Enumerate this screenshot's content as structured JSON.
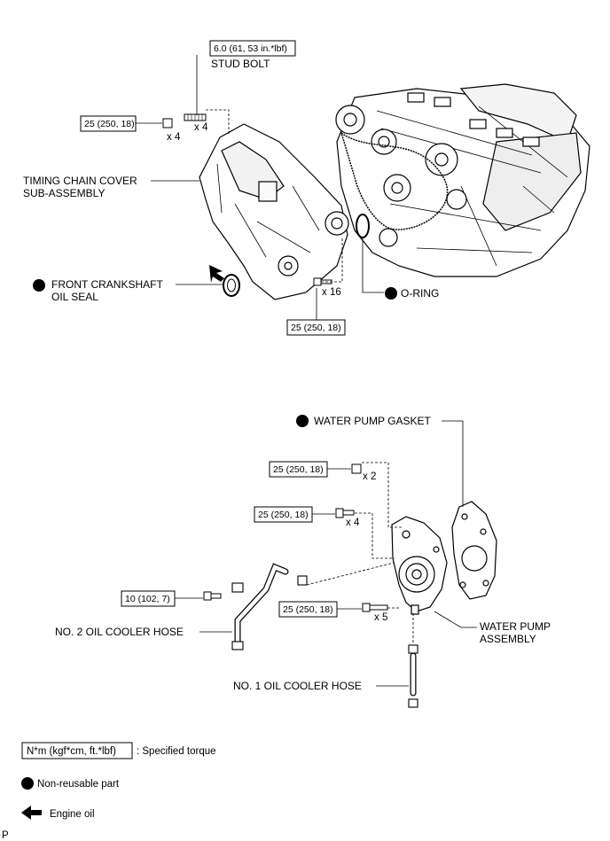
{
  "torque": {
    "stud": "6.0 (61, 53 in.*lbf)",
    "t25": "25 (250, 18)",
    "t10": "10 (102, 7)"
  },
  "labels": {
    "stud_bolt": "STUD BOLT",
    "timing_line1": "TIMING CHAIN COVER",
    "timing_line2": "SUB-ASSEMBLY",
    "seal_line1": "FRONT CRANKSHAFT",
    "seal_line2": "OIL SEAL",
    "o_ring": "O-RING",
    "wp_gasket": "WATER PUMP GASKET",
    "wp_line1": "WATER PUMP",
    "wp_line2": "ASSEMBLY",
    "hose2": "NO. 2 OIL COOLER HOSE",
    "hose1": "NO. 1 OIL COOLER HOSE"
  },
  "quantities": {
    "nut_x4": "x 4",
    "stud_x4": "x 4",
    "bolt_x16": "x 16",
    "x2": "x 2",
    "x4": "x 4",
    "x5": "x 5"
  },
  "legend": {
    "torque_box": "N*m (kgf*cm, ft.*lbf)",
    "torque_desc": ": Specified torque",
    "nonreusable": "Non-reusable part",
    "engine_oil": "Engine oil"
  },
  "page_mark": "P"
}
